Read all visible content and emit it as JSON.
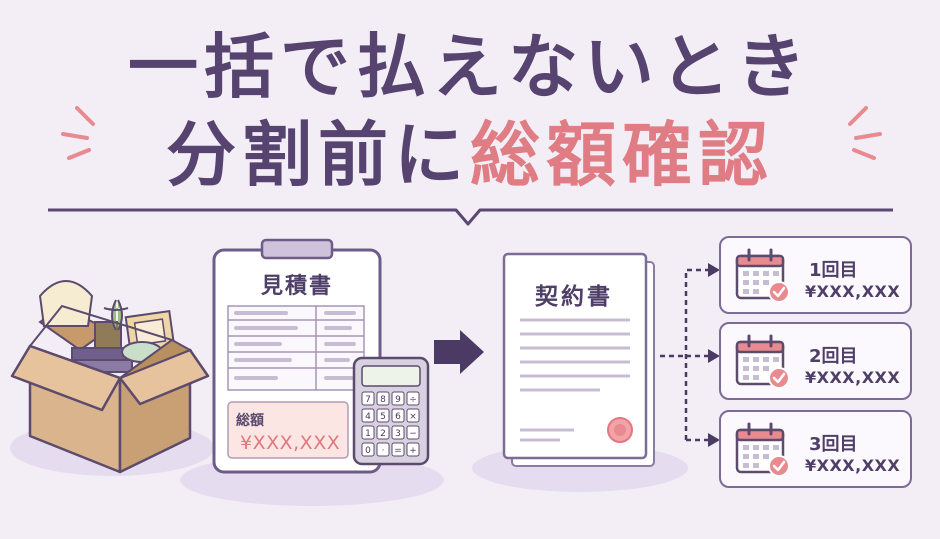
{
  "headline": {
    "line1": "一括で払えないとき",
    "line2_plain": "分割前に",
    "line2_accent": "総額確認"
  },
  "estimate": {
    "title": "見積書",
    "total_label": "総額",
    "total_amount": "¥XXX,XXX"
  },
  "contract": {
    "title": "契約書"
  },
  "installments": [
    {
      "label": "1回目",
      "amount": "¥XXX,XXX"
    },
    {
      "label": "2回目",
      "amount": "¥XXX,XXX"
    },
    {
      "label": "3回目",
      "amount": "¥XXX,XXX"
    }
  ],
  "calculator": {
    "keys": [
      "7",
      "8",
      "9",
      "÷",
      "4",
      "5",
      "6",
      "×",
      "1",
      "2",
      "3",
      "−",
      "0",
      "·",
      "=",
      "+"
    ]
  },
  "colors": {
    "background": "#f3eef6",
    "primary": "#56436f",
    "accent": "#e07c84",
    "box": "#d9b48c",
    "total_bg": "#fbe6e3"
  }
}
